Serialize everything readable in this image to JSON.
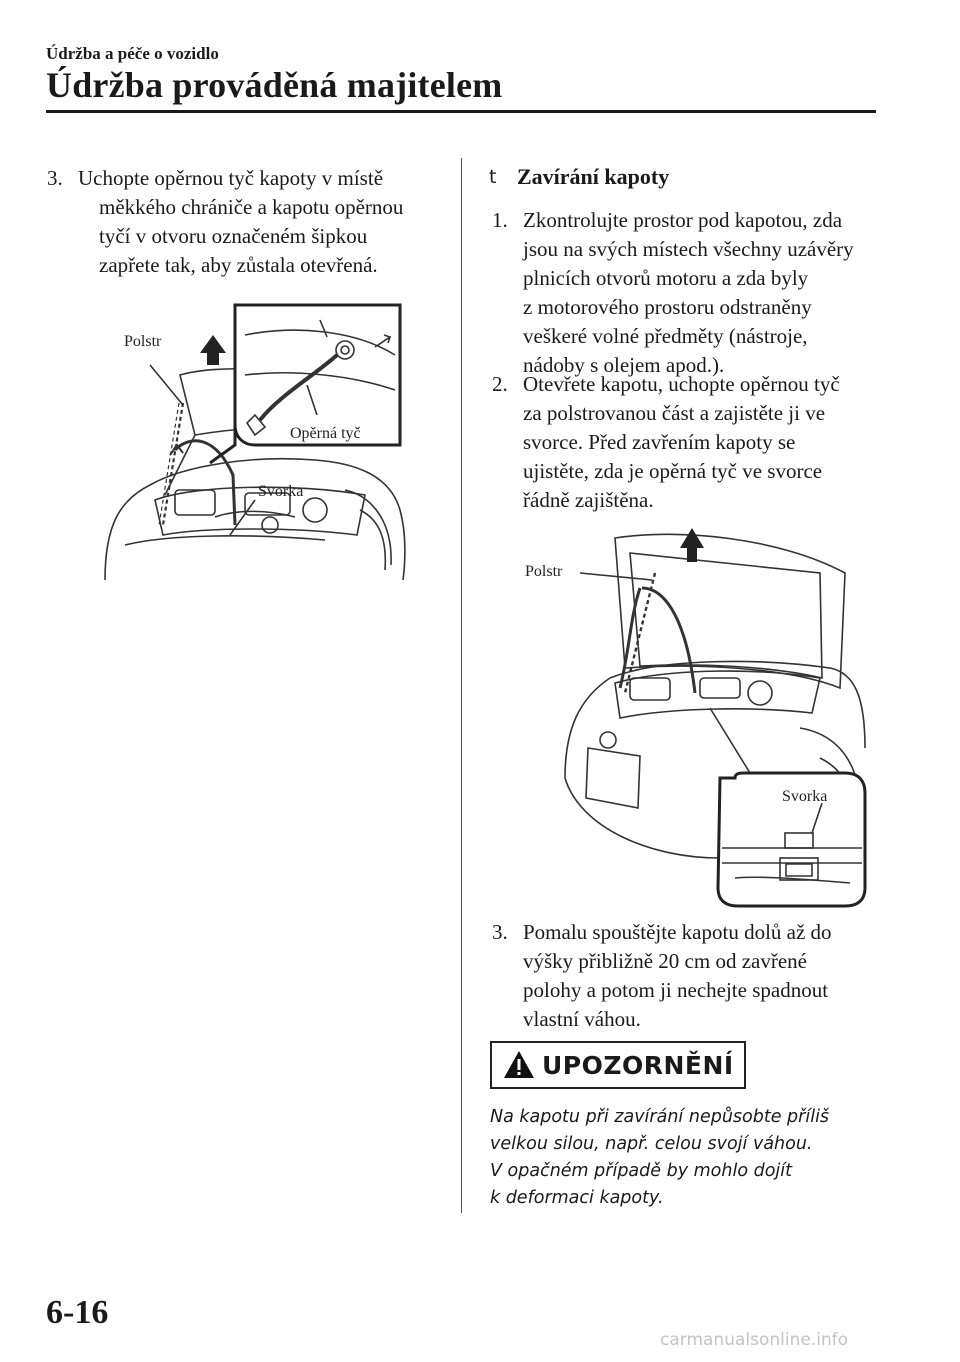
{
  "header": {
    "section": "Údržba a péče o vozidlo",
    "title": "Údržba prováděná majitelem"
  },
  "left": {
    "step3": {
      "num": "3.",
      "lines": [
        "Uchopte opěrnou tyč kapoty v místě",
        "měkkého chrániče a kapotu opěrnou",
        "tyčí v otvoru označeném šipkou",
        "zapřete tak, aby zůstala otevřená."
      ]
    },
    "figure": {
      "label_polstr": "Polstr",
      "label_operna": "Opěrná tyč",
      "label_svorka": "Svorka"
    }
  },
  "right": {
    "subhead_marker": "t",
    "subhead": "Zavírání kapoty",
    "step1": {
      "num": "1.",
      "lines": [
        "Zkontrolujte prostor pod kapotou, zda",
        "jsou na svých místech všechny uzávěry",
        "plnicích otvorů motoru a zda byly",
        "z motorového prostoru odstraněny",
        "veškeré volné předměty (nástroje,",
        "nádoby s olejem apod.)."
      ]
    },
    "step2": {
      "num": "2.",
      "lines": [
        "Otevřete kapotu, uchopte opěrnou tyč",
        "za polstrovanou část a zajistěte ji ve",
        "svorce. Před zavřením kapoty se",
        "ujistěte, zda je opěrná tyč ve svorce",
        "řádně zajištěna."
      ]
    },
    "figure": {
      "label_polstr": "Polstr",
      "label_svorka": "Svorka"
    },
    "step3": {
      "num": "3.",
      "lines": [
        "Pomalu spouštějte kapotu dolů až do",
        "výšky přibližně 20 cm od zavřené",
        "polohy a potom ji nechejte spadnout",
        "vlastní váhou."
      ]
    },
    "caution": {
      "word": "UPOZORNĚNÍ",
      "lines": [
        "Na kapotu při zavírání nepůsobte příliš",
        "velkou silou, např. celou svojí váhou.",
        "V opačném případě by mohlo dojít",
        "k deformaci kapoty."
      ]
    }
  },
  "footer": {
    "page_number": "6-16",
    "watermark": "carmanualsonline.info"
  }
}
